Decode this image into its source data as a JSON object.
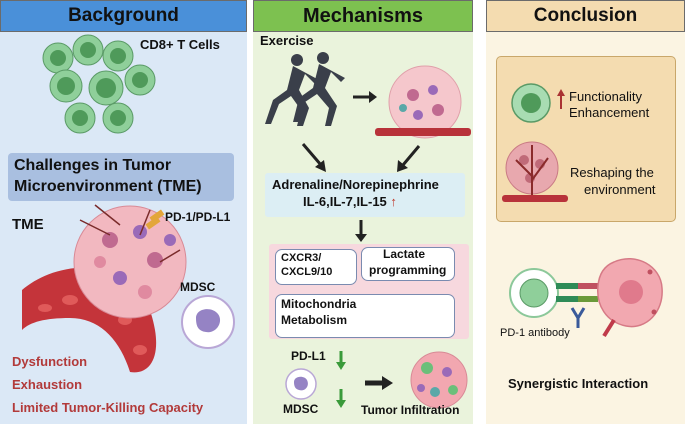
{
  "background": {
    "title": "Background",
    "cells_label": "CD8+ T Cells",
    "challenges_title_line1": "Challenges in Tumor",
    "challenges_title_line2": "Microenvironment (TME)",
    "tme_label": "TME",
    "pd_label": "PD-1/PD-L1",
    "mdsc_label": "MDSC",
    "outcomes": [
      "Dysfunction",
      "Exhaustion",
      "Limited Tumor-Killing Capacity"
    ]
  },
  "mechanisms": {
    "title": "Mechanisms",
    "exercise_label": "Exercise",
    "hormones_line1": "Adrenaline/Norepinephrine",
    "hormones_line2": "IL-6,IL-7,IL-15",
    "up_arrow": "↑",
    "cxcr_line1": "CXCR3/",
    "cxcr_line2": "CXCL9/10",
    "lactate_line1": "Lactate",
    "lactate_line2": "programming",
    "mito_line1": "Mitochondria",
    "mito_line2": "Metabolism",
    "pdl1_label": "PD-L1",
    "mdsc_label": "MDSC",
    "infiltration_label": "Tumor Infiltration"
  },
  "conclusion": {
    "title": "Conclusion",
    "func_line1": "Functionality",
    "func_line2": "Enhancement",
    "reshape_line1": "Reshaping the",
    "reshape_line2": "environment",
    "antibody_label": "PD-1 antibody",
    "synergy_label": "Synergistic Interaction",
    "up_arrow": "↑"
  },
  "colors": {
    "background_panel": "#dbe8f6",
    "background_header": "#4a90d9",
    "mechanisms_panel": "#eaf3dc",
    "mechanisms_header": "#7dc150",
    "conclusion_panel": "#fbf4e2",
    "conclusion_header": "#f4dcb0",
    "dark_red_text": "#b23a3a"
  }
}
